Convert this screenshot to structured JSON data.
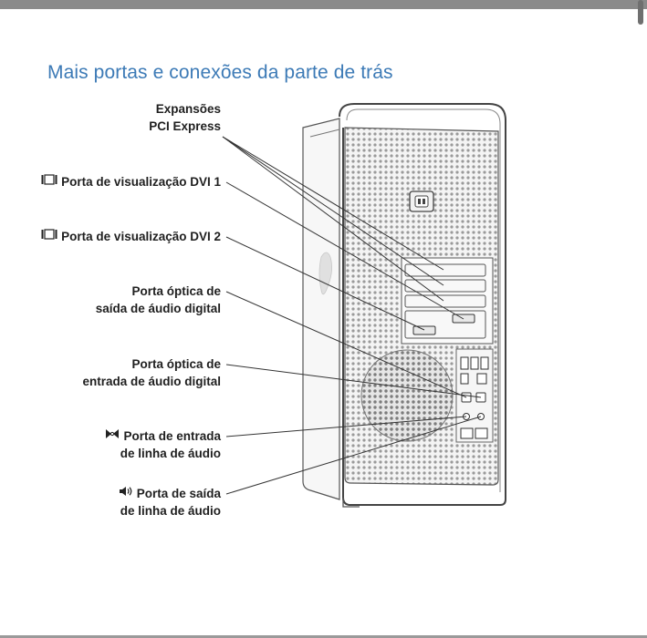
{
  "page": {
    "title": "Mais portas e conexões da parte de trás"
  },
  "callouts": [
    {
      "id": "pci",
      "lines": [
        "Expansões",
        "PCI Express"
      ],
      "icon": ""
    },
    {
      "id": "dvi1",
      "lines": [
        "Porta de visualização DVI 1"
      ],
      "icon": "display-port-icon"
    },
    {
      "id": "dvi2",
      "lines": [
        "Porta de visualização DVI 2"
      ],
      "icon": "display-port-icon"
    },
    {
      "id": "optical-out",
      "lines": [
        "Porta óptica de",
        "saída de áudio digital"
      ],
      "icon": ""
    },
    {
      "id": "optical-in",
      "lines": [
        "Porta óptica de",
        "entrada de áudio digital"
      ],
      "icon": ""
    },
    {
      "id": "line-in",
      "lines": [
        "Porta de entrada",
        "de linha de áudio"
      ],
      "icon": "audio-line-in-icon"
    },
    {
      "id": "line-out",
      "lines": [
        "Porta de saída",
        "de linha de áudio"
      ],
      "icon": "speaker-icon"
    }
  ],
  "icons": {
    "display-port-icon": "display-port-icon",
    "audio-line-in-icon": "audio-line-in-icon",
    "speaker-icon": "speaker-icon"
  },
  "colors": {
    "title": "#3c7ab6",
    "text": "#1f1f1f",
    "line": "#333333"
  }
}
